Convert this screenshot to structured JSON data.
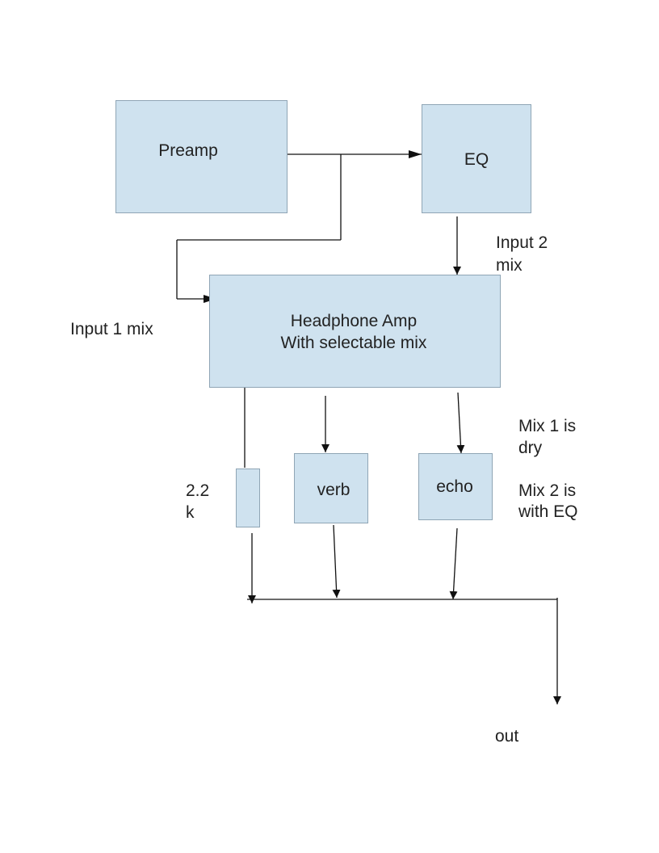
{
  "blocks": {
    "preamp": "Preamp",
    "eq": "EQ",
    "headphone_amp_line1": "Headphone Amp",
    "headphone_amp_line2": "With selectable mix",
    "resistor": "",
    "verb": "verb",
    "echo": "echo"
  },
  "labels": {
    "input2_line1": "Input 2",
    "input2_line2": "mix",
    "input1": "Input 1 mix",
    "resistor_line1": "2.2",
    "resistor_line2": "k",
    "mix1_line1": "Mix 1 is",
    "mix1_line2": "dry",
    "mix2_line1": "Mix 2 is",
    "mix2_line2": "with EQ",
    "out": "out"
  },
  "colors": {
    "block_fill": "#cfe2ef",
    "line": "#111111"
  }
}
